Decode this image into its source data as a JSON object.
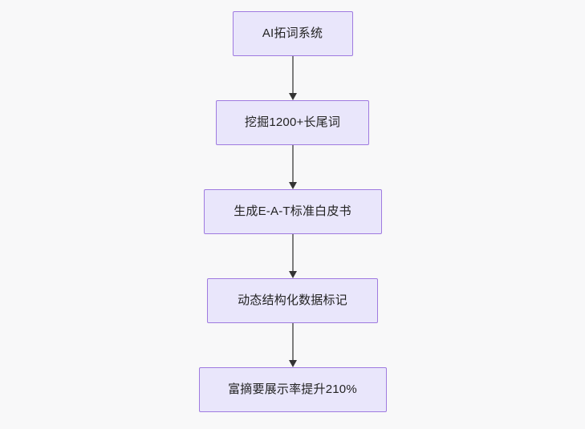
{
  "diagram": {
    "type": "flowchart",
    "direction": "top-to-bottom",
    "background_color": "#f8f8f9",
    "node_fill_color": "#e9e6fb",
    "node_border_color": "#9f7ae0",
    "node_text_color": "#232323",
    "connector_color": "#7d7d7d",
    "arrowhead_color": "#333333",
    "nodes": [
      {
        "id": "n1",
        "label": "AI拓词系统"
      },
      {
        "id": "n2",
        "label": "挖掘1200+长尾词"
      },
      {
        "id": "n3",
        "label": "生成E-A-T标准白皮书"
      },
      {
        "id": "n4",
        "label": "动态结构化数据标记"
      },
      {
        "id": "n5",
        "label": "富摘要展示率提升210%"
      }
    ],
    "edges": [
      {
        "from": "n1",
        "to": "n2",
        "arrow": "down-arrow"
      },
      {
        "from": "n2",
        "to": "n3",
        "arrow": "down-arrow"
      },
      {
        "from": "n3",
        "to": "n4",
        "arrow": "down-arrow"
      },
      {
        "from": "n4",
        "to": "n5",
        "arrow": "down-arrow"
      }
    ]
  }
}
